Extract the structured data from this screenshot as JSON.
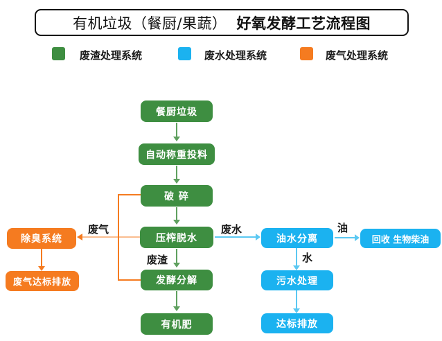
{
  "title": {
    "part1": "有机垃圾（餐厨/果蔬）",
    "part2": "好氧发酵工艺流程图"
  },
  "legend": [
    {
      "label": "废渣处理系统",
      "color": "#3E8E41"
    },
    {
      "label": "废水处理系统",
      "color": "#1BB2F0"
    },
    {
      "label": "废气处理系统",
      "color": "#F57B20"
    }
  ],
  "nodes": {
    "kitchen_waste": "餐厨垃圾",
    "auto_weighing": "自动称重投料",
    "crushing": "破 碎",
    "press_dewatering": "压榨脱水",
    "fermentation": "发酵分解",
    "organic_fertilizer": "有机肥",
    "deodorization": "除臭系统",
    "gas_discharge": "废气达标排放",
    "oil_water_separation": "油水分离",
    "biodiesel_recovery": "回收 生物柴油",
    "sewage_treatment": "污水处理",
    "water_discharge": "达标排放"
  },
  "edge_labels": {
    "waste_gas": "废气",
    "waste_residue": "废渣",
    "waste_water": "废水",
    "oil": "油",
    "water": "水"
  },
  "colors": {
    "residue_system": "#3E8E41",
    "wastewater_system": "#1BB2F0",
    "waste_gas_system": "#F57B20",
    "green_arrow": "#5FA05F",
    "blue_arrow": "#5BC8F2",
    "title_border": "#111111"
  }
}
